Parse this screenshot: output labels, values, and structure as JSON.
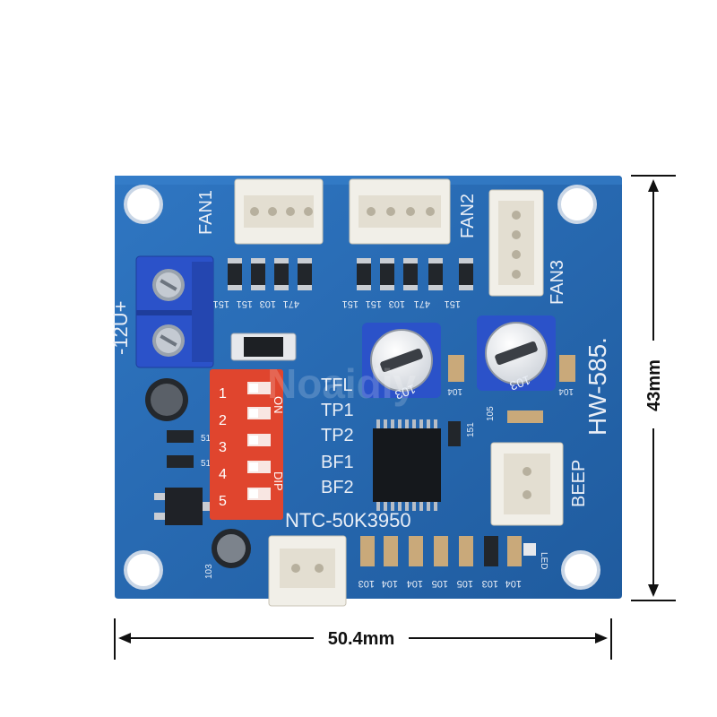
{
  "board": {
    "model": "HW-585.",
    "labels": {
      "fan1": "FAN1",
      "fan2": "FAN2",
      "fan3": "FAN3",
      "power": "-12U+",
      "beep": "BEEP",
      "led": "LED",
      "ntc": "NTC-50K3950",
      "tfl": "TFL",
      "tp1": "TP1",
      "tp2": "TP2",
      "bf1": "BF1",
      "bf2": "BF2",
      "on": "ON",
      "dip": "DIP"
    },
    "dip_numbers": [
      "1",
      "2",
      "3",
      "4",
      "5"
    ],
    "resistor_codes_left": [
      "151",
      "151",
      "103",
      "471"
    ],
    "resistor_codes_right": [
      "151",
      "151",
      "103",
      "471",
      "151"
    ],
    "pot_code": "103",
    "cap_code": "104",
    "chip_105": "105",
    "chip_151": "151",
    "side_code_103": "103",
    "res_51": "51",
    "bottom_codes": [
      "103",
      "104",
      "104",
      "105",
      "105",
      "103",
      "104"
    ]
  },
  "dimensions": {
    "width": "50.4mm",
    "height": "43mm"
  },
  "watermark": "Noaidiy",
  "colors": {
    "pcb": "#2a6bb3",
    "pcb_dark": "#1d528f",
    "silkscreen": "#e9eef6",
    "dip_switch": "#e0452e",
    "terminal": "#2b52c9",
    "connector": "#f1efe8"
  }
}
